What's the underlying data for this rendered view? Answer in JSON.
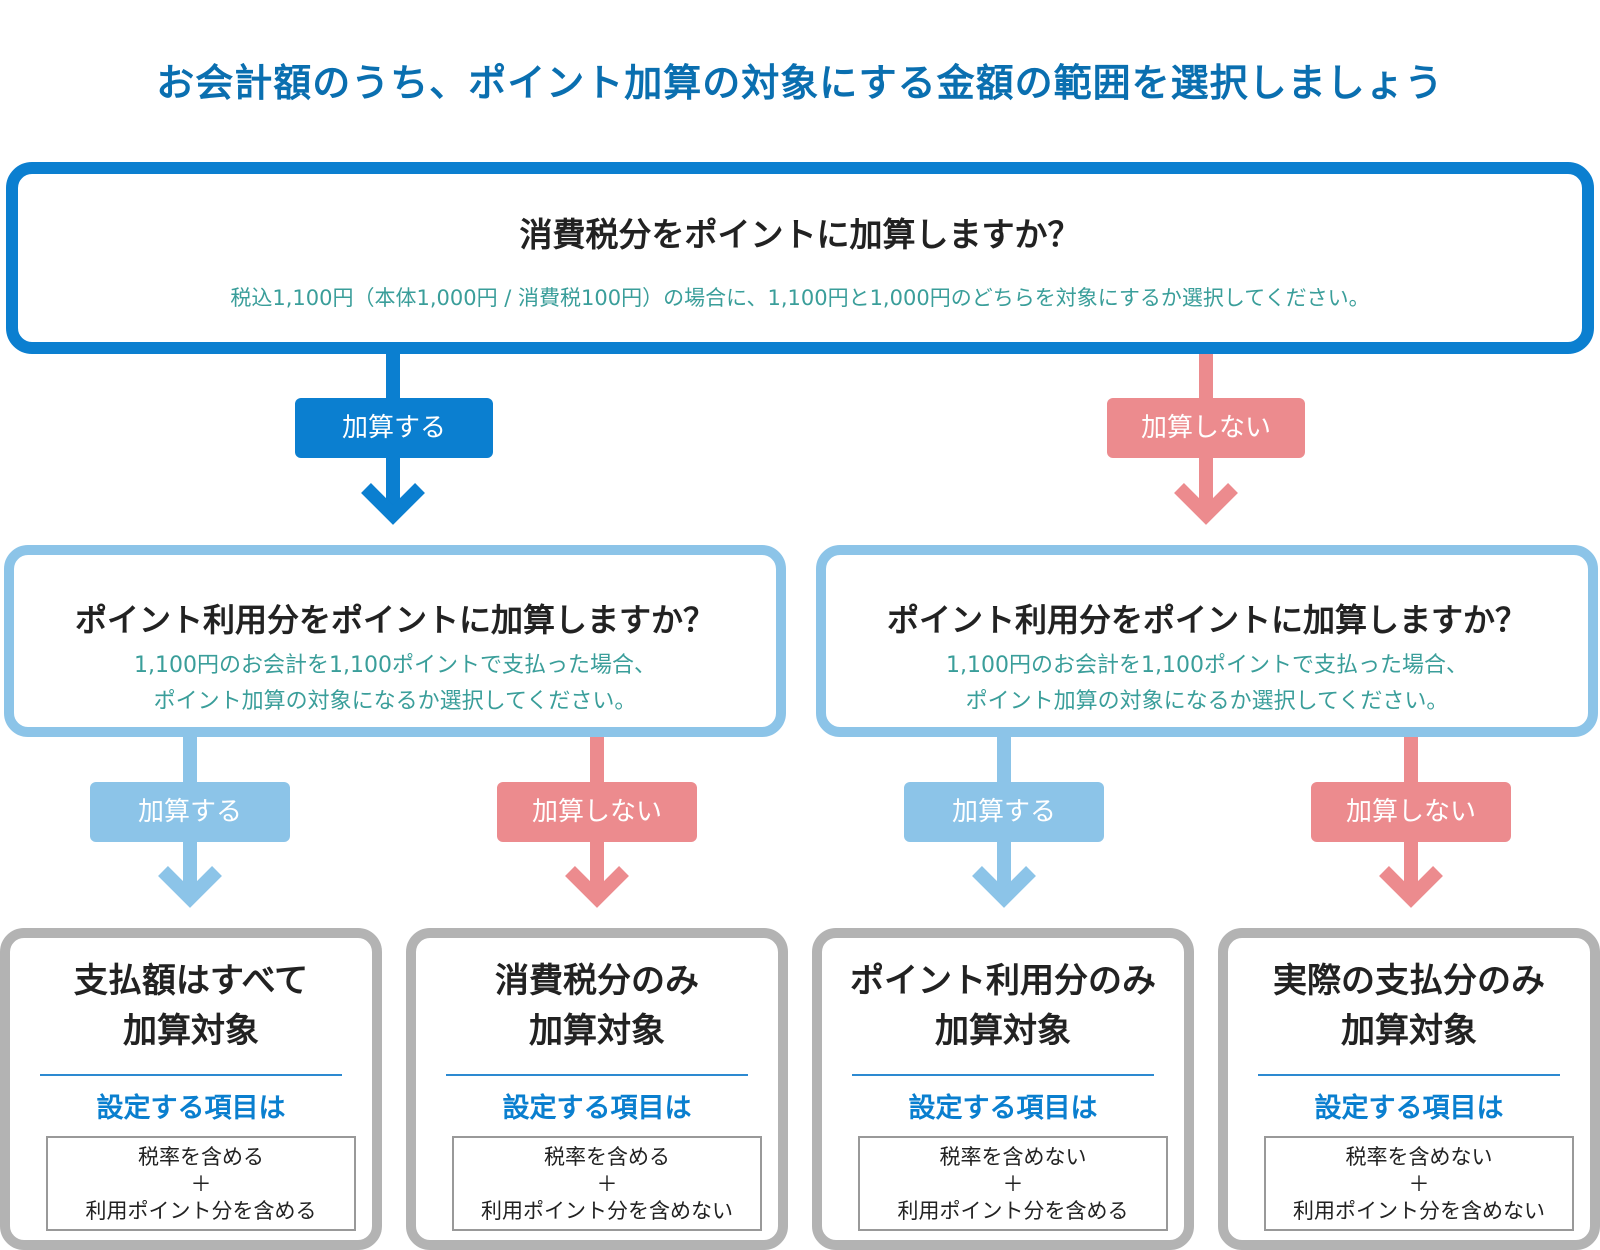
{
  "title": "お会計額のうち、ポイント加算の対象にする金額の範囲を選択しましょう",
  "top_question": {
    "question": "消費税分をポイントに加算しますか？",
    "description": "税込1,100円（本体1,000円 / 消費税100円）の場合に、1,100円と1,000円のどちらを対象にするか選択してください。"
  },
  "branch_labels": {
    "yes": "加算する",
    "no": "加算しない"
  },
  "mid_questions": [
    {
      "question": "ポイント利用分をポイントに加算しますか？",
      "line1": "1,100円のお会計を1,100ポイントで支払った場合、",
      "line2": "ポイント加算の対象になるか選択してください。"
    },
    {
      "question": "ポイント利用分をポイントに加算しますか？",
      "line1": "1,100円のお会計を1,100ポイントで支払った場合、",
      "line2": "ポイント加算の対象になるか選択してください。"
    }
  ],
  "settings_caption": "設定する項目は",
  "plus": "＋",
  "results": [
    {
      "title1": "支払額はすべて",
      "title2": "加算対象",
      "setting1": "税率を含める",
      "setting2": "利用ポイント分を含める"
    },
    {
      "title1": "消費税分のみ",
      "title2": "加算対象",
      "setting1": "税率を含める",
      "setting2": "利用ポイント分を含めない"
    },
    {
      "title1": "ポイント利用分のみ",
      "title2": "加算対象",
      "setting1": "税率を含めない",
      "setting2": "利用ポイント分を含める"
    },
    {
      "title1": "実際の支払分のみ",
      "title2": "加算対象",
      "setting1": "税率を含めない",
      "setting2": "利用ポイント分を含めない"
    }
  ],
  "colors": {
    "dark_blue": "#0b7fd0",
    "light_blue": "#8cc4e8",
    "pink": "#ec8b8e",
    "gray": "#b3b3b3",
    "teal_text": "#3a9e9a"
  }
}
